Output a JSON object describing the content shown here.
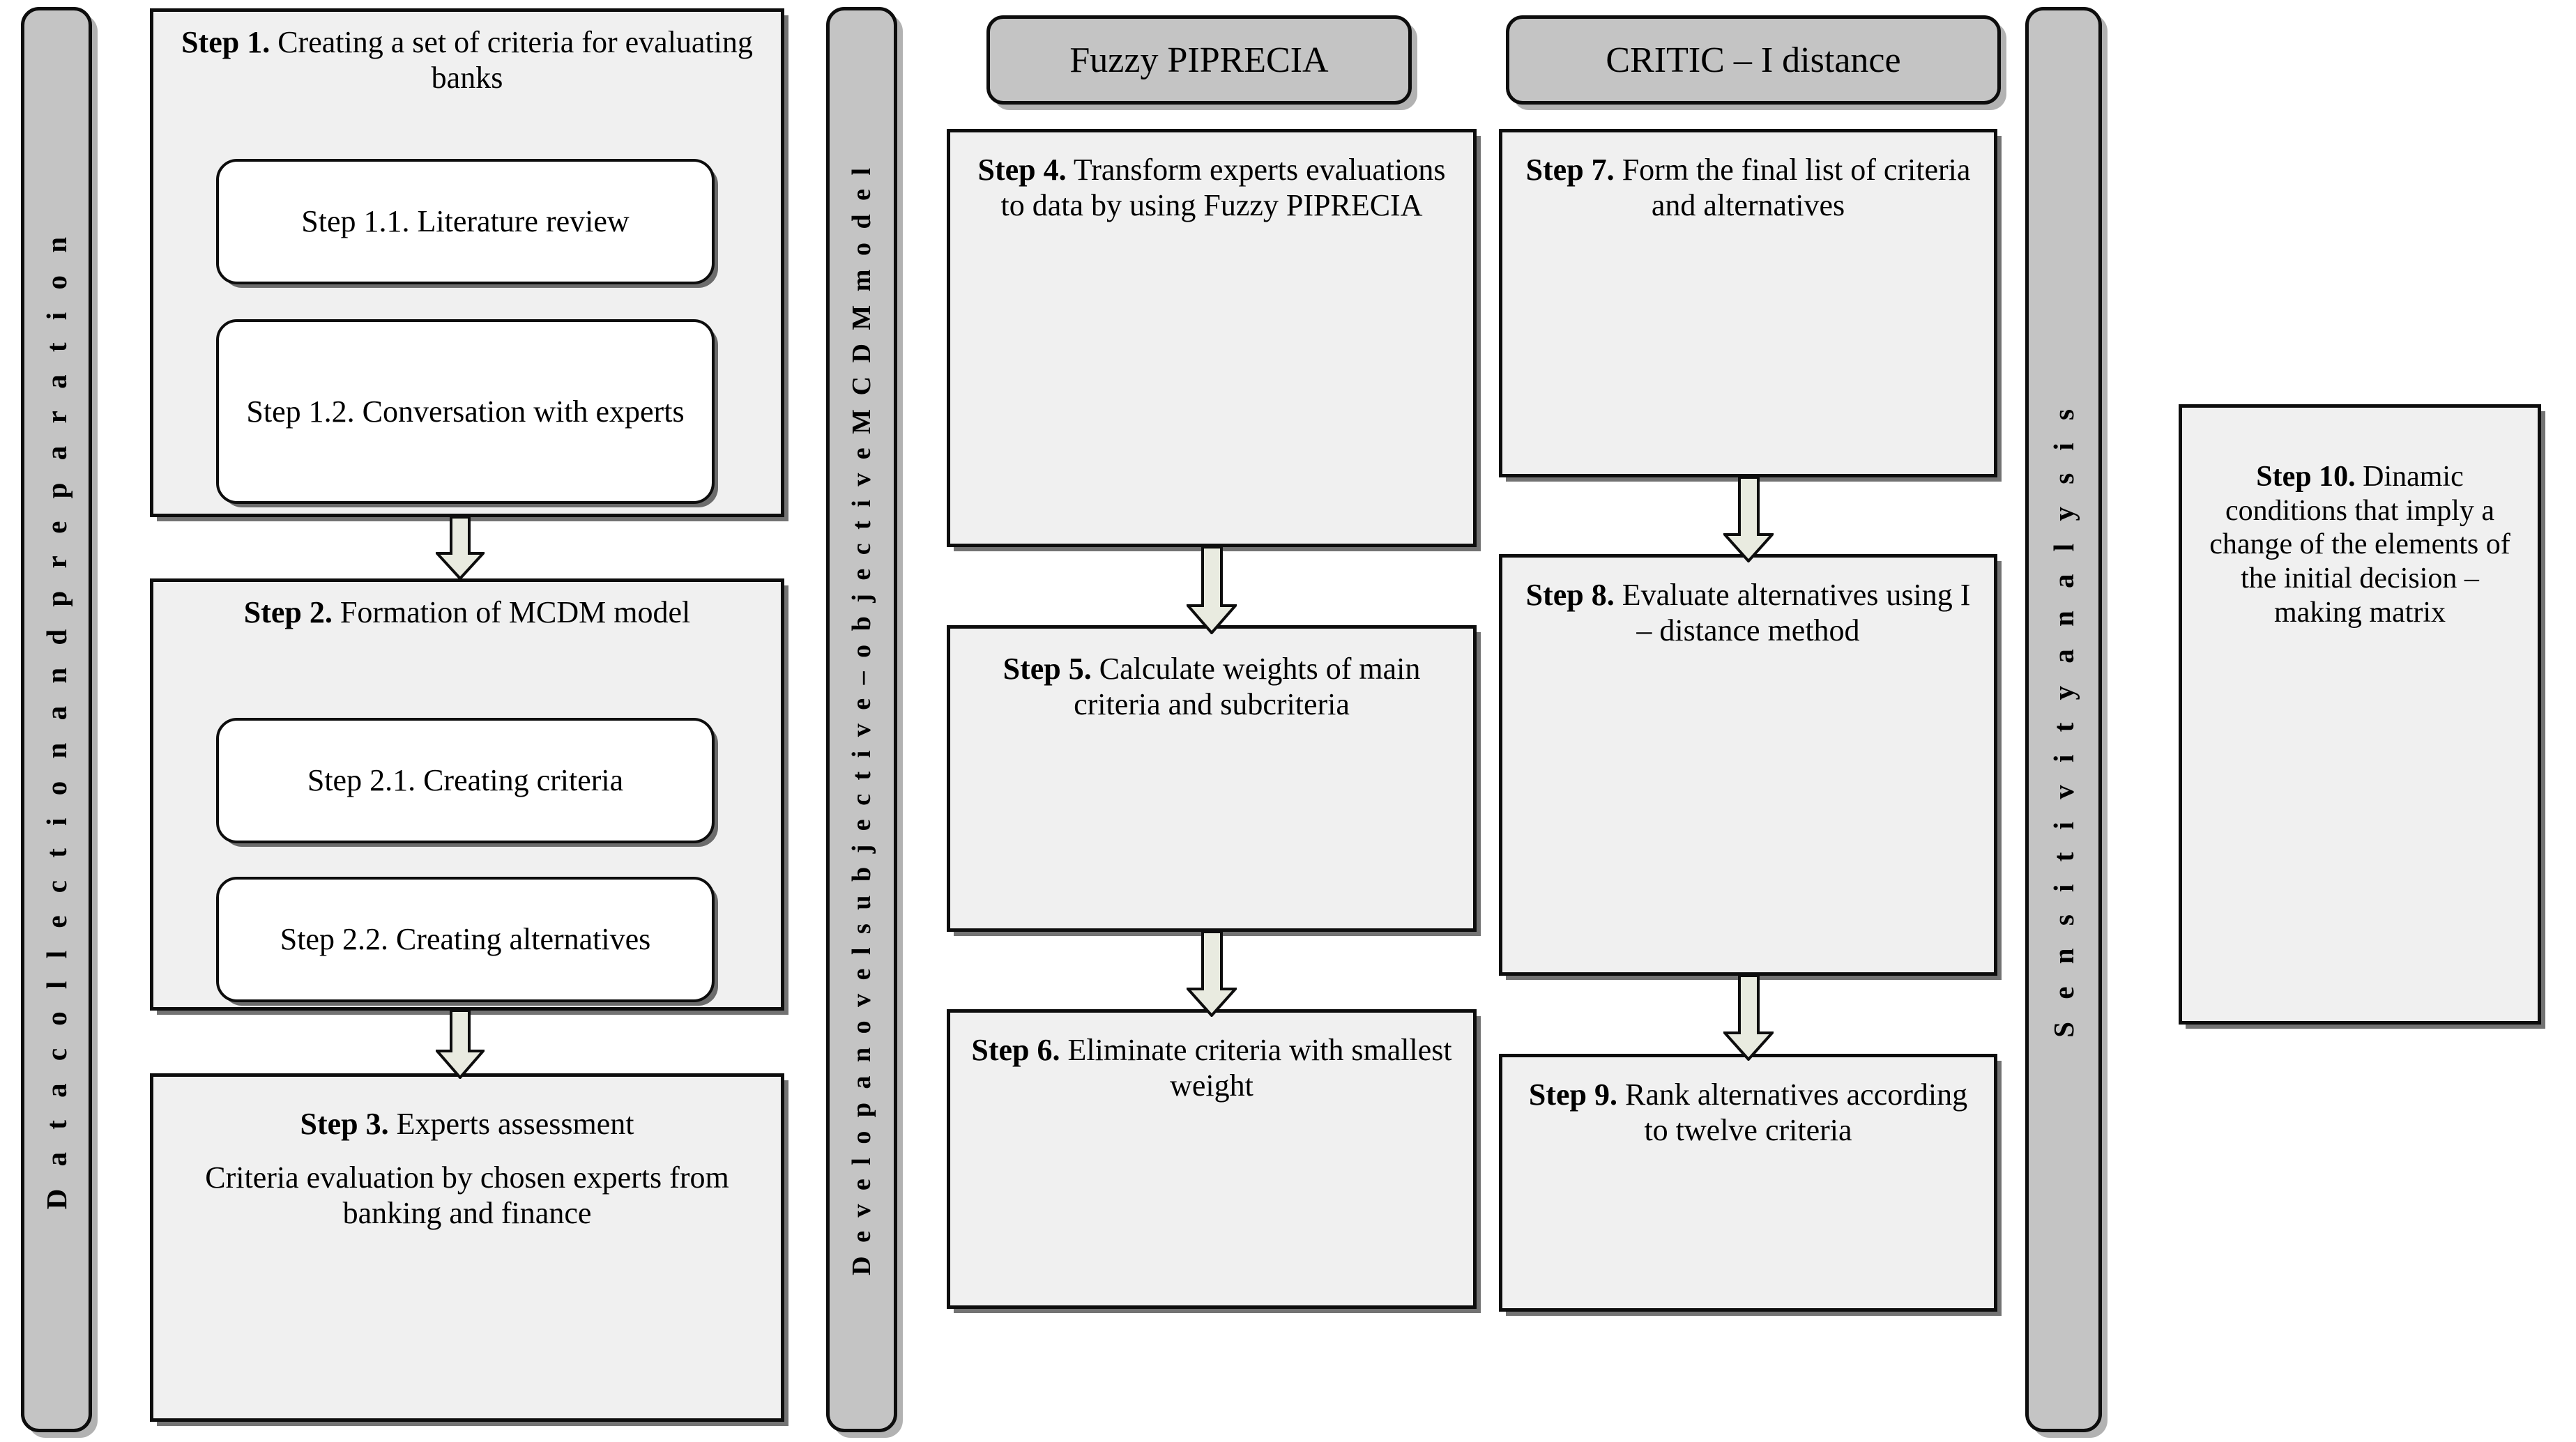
{
  "diagram": {
    "title": "MCDM methodology flowchart",
    "colors": {
      "banner_fill": "#C4C4C4",
      "box_fill": "#F0F0F0",
      "subbox_fill": "#FFFFFF",
      "arrow_fill": "#E9EBE0",
      "outline": "#0D0D0D",
      "page_background": "#FFFFFF"
    },
    "phases": [
      {
        "id": "phase-1",
        "label": "D a t a   c o l l e c t i o n   a n d   p r e p a r a t i o n"
      },
      {
        "id": "phase-2",
        "label": "D e v e l o p  a  n o v e l  s u b j e c t i v e – o b j e c t i v e  M C D M  m o d e l"
      },
      {
        "id": "phase-3",
        "label": "S e n s i t i v i t y   a n a l y s i s"
      }
    ],
    "method_headers": [
      {
        "id": "fuzzy-piprecia",
        "label": "Fuzzy PIPRECIA"
      },
      {
        "id": "critic-i-distance",
        "label": "CRITIC – I distance"
      }
    ],
    "steps": [
      {
        "id": "step-1",
        "number": "Step 1.",
        "text": " Creating a set of criteria for evaluating banks",
        "substeps": [
          {
            "id": "step-1-1",
            "text": "Step 1.1. Literature review"
          },
          {
            "id": "step-1-2",
            "text": "Step 1.2. Conversation with experts"
          }
        ]
      },
      {
        "id": "step-2",
        "number": "Step 2.",
        "text": " Formation of MCDM model",
        "substeps": [
          {
            "id": "step-2-1",
            "text": "Step 2.1. Creating criteria"
          },
          {
            "id": "step-2-2",
            "text": "Step 2.2. Creating alternatives"
          }
        ]
      },
      {
        "id": "step-3",
        "number": "Step 3.",
        "text": " Experts assessment",
        "body": "Criteria evaluation by chosen experts from banking and finance"
      },
      {
        "id": "step-4",
        "number": "Step 4.",
        "text": " Transform experts evaluations to data by using Fuzzy PIPRECIA"
      },
      {
        "id": "step-5",
        "number": "Step 5.",
        "text": " Calculate weights of main criteria and subcriteria"
      },
      {
        "id": "step-6",
        "number": "Step 6.",
        "text": " Eliminate criteria with smallest weight"
      },
      {
        "id": "step-7",
        "number": "Step 7.",
        "text": " Form the final list of criteria and alternatives"
      },
      {
        "id": "step-8",
        "number": "Step 8.",
        "text": " Evaluate alternatives using I – distance method"
      },
      {
        "id": "step-9",
        "number": "Step 9.",
        "text": " Rank alternatives according to twelve criteria"
      },
      {
        "id": "step-10",
        "number": "Step 10.",
        "text": " Dinamic conditions that imply a change of the elements of the initial decision – making matrix"
      }
    ],
    "connectors": [
      {
        "id": "arrow-step1-step2",
        "from": "step-1",
        "to": "step-2",
        "direction": "down"
      },
      {
        "id": "arrow-step2-step3",
        "from": "step-2",
        "to": "step-3",
        "direction": "down"
      },
      {
        "id": "arrow-step4-step5",
        "from": "step-4",
        "to": "step-5",
        "direction": "down"
      },
      {
        "id": "arrow-step5-step6",
        "from": "step-5",
        "to": "step-6",
        "direction": "down"
      },
      {
        "id": "arrow-step7-step8",
        "from": "step-7",
        "to": "step-8",
        "direction": "down"
      },
      {
        "id": "arrow-step8-step9",
        "from": "step-8",
        "to": "step-9",
        "direction": "down"
      }
    ]
  }
}
